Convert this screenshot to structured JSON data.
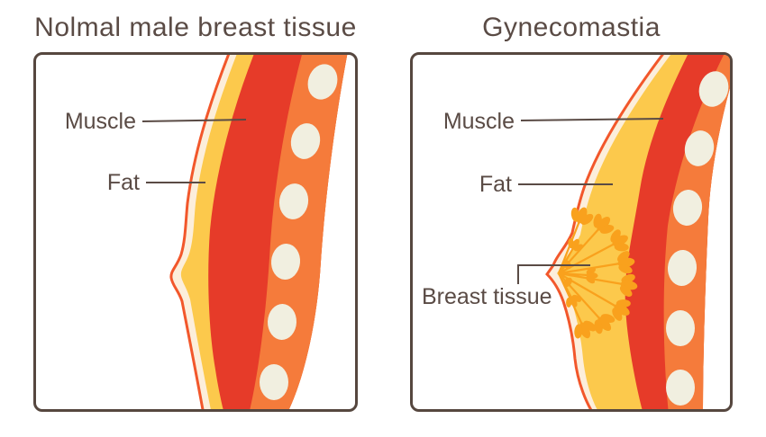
{
  "figure": {
    "panels": [
      {
        "title": "Nolmal male breast tissue",
        "labels": {
          "muscle": "Muscle",
          "fat": "Fat"
        }
      },
      {
        "title": "Gynecomastia",
        "labels": {
          "muscle": "Muscle",
          "fat": "Fat",
          "breast_tissue": "Breast tissue"
        }
      }
    ],
    "colors": {
      "background": "#FFFFFF",
      "text": "#5A4B45",
      "leader_line": "#5A4B45",
      "panel_border": "#56473F",
      "skin_outline": "#F2572B",
      "skin": "#FCEEDB",
      "fat": "#FCC94C",
      "muscle": "#E63B29",
      "rib_column": "#F57B3B",
      "rib": "#F1EFE0",
      "gland": "#F9A11D"
    }
  }
}
